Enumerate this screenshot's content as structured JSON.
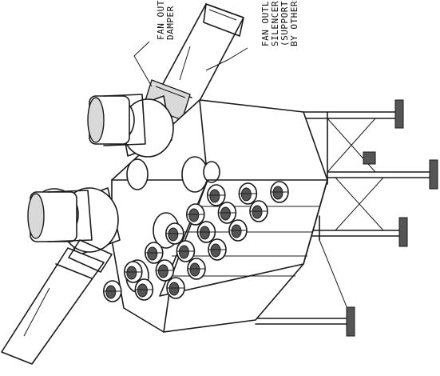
{
  "callouts": {
    "fan_outlet_damper": [
      "FAN OUTLET",
      "DAMPER"
    ],
    "fan_outlet_silencer": [
      "FAN OUTLET",
      "SILENCER",
      "(SUPPORTED",
      "BY OTHERS)"
    ]
  },
  "drawing": {
    "filter_cartridge_rows": 3,
    "filter_cartridge_columns": 6,
    "access_ports": 6,
    "fans": 2,
    "support_legs": 4
  }
}
